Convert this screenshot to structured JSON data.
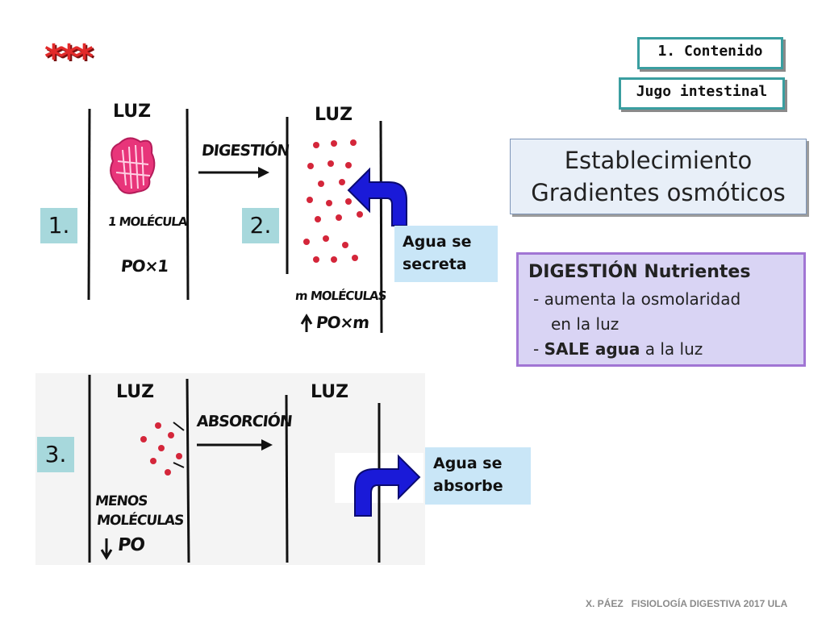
{
  "header": {
    "stars": "***"
  },
  "tags": {
    "content": "1. Contenido",
    "jugo": "Jugo intestinal"
  },
  "title": {
    "line1": "Establecimiento",
    "line2": "Gradientes osmóticos"
  },
  "digestion_box": {
    "title": "DIGESTIÓN Nutrientes",
    "line1": "- aumenta la osmolaridad",
    "line2": "en la luz",
    "line3_prefix": "- ",
    "line3_bold": "SALE agua",
    "line3_suffix": " a la luz"
  },
  "steps": {
    "one": "1.",
    "two": "2.",
    "three": "3."
  },
  "panel1": {
    "luz": "LUZ",
    "molecule": "1 MOLÉCULA",
    "po": "PO×1"
  },
  "panel2": {
    "process": "DIGESTIÓN",
    "luz": "LUZ",
    "molecules": "m MOLÉCULAS",
    "po": "PO×m"
  },
  "water_secreted": {
    "line1": "Agua se",
    "line2": "secreta"
  },
  "panel3": {
    "luz_left": "LUZ",
    "process": "ABSORCIÓN",
    "luz_right": "LUZ",
    "less1": "MENOS",
    "less2": "MOLÉCULAS",
    "po": "PO"
  },
  "water_absorbed": {
    "line1": "Agua se",
    "line2": "absorbe"
  },
  "footer": {
    "text": "X. PÁEZ   FISIOLOGÍA DIGESTIVA 2017 ULA"
  },
  "colors": {
    "accent_teal": "#3a9ea0",
    "arrow_blue": "#1a1ad8",
    "dots_red": "#d4263a",
    "molecule_pink": "#e8357a"
  }
}
